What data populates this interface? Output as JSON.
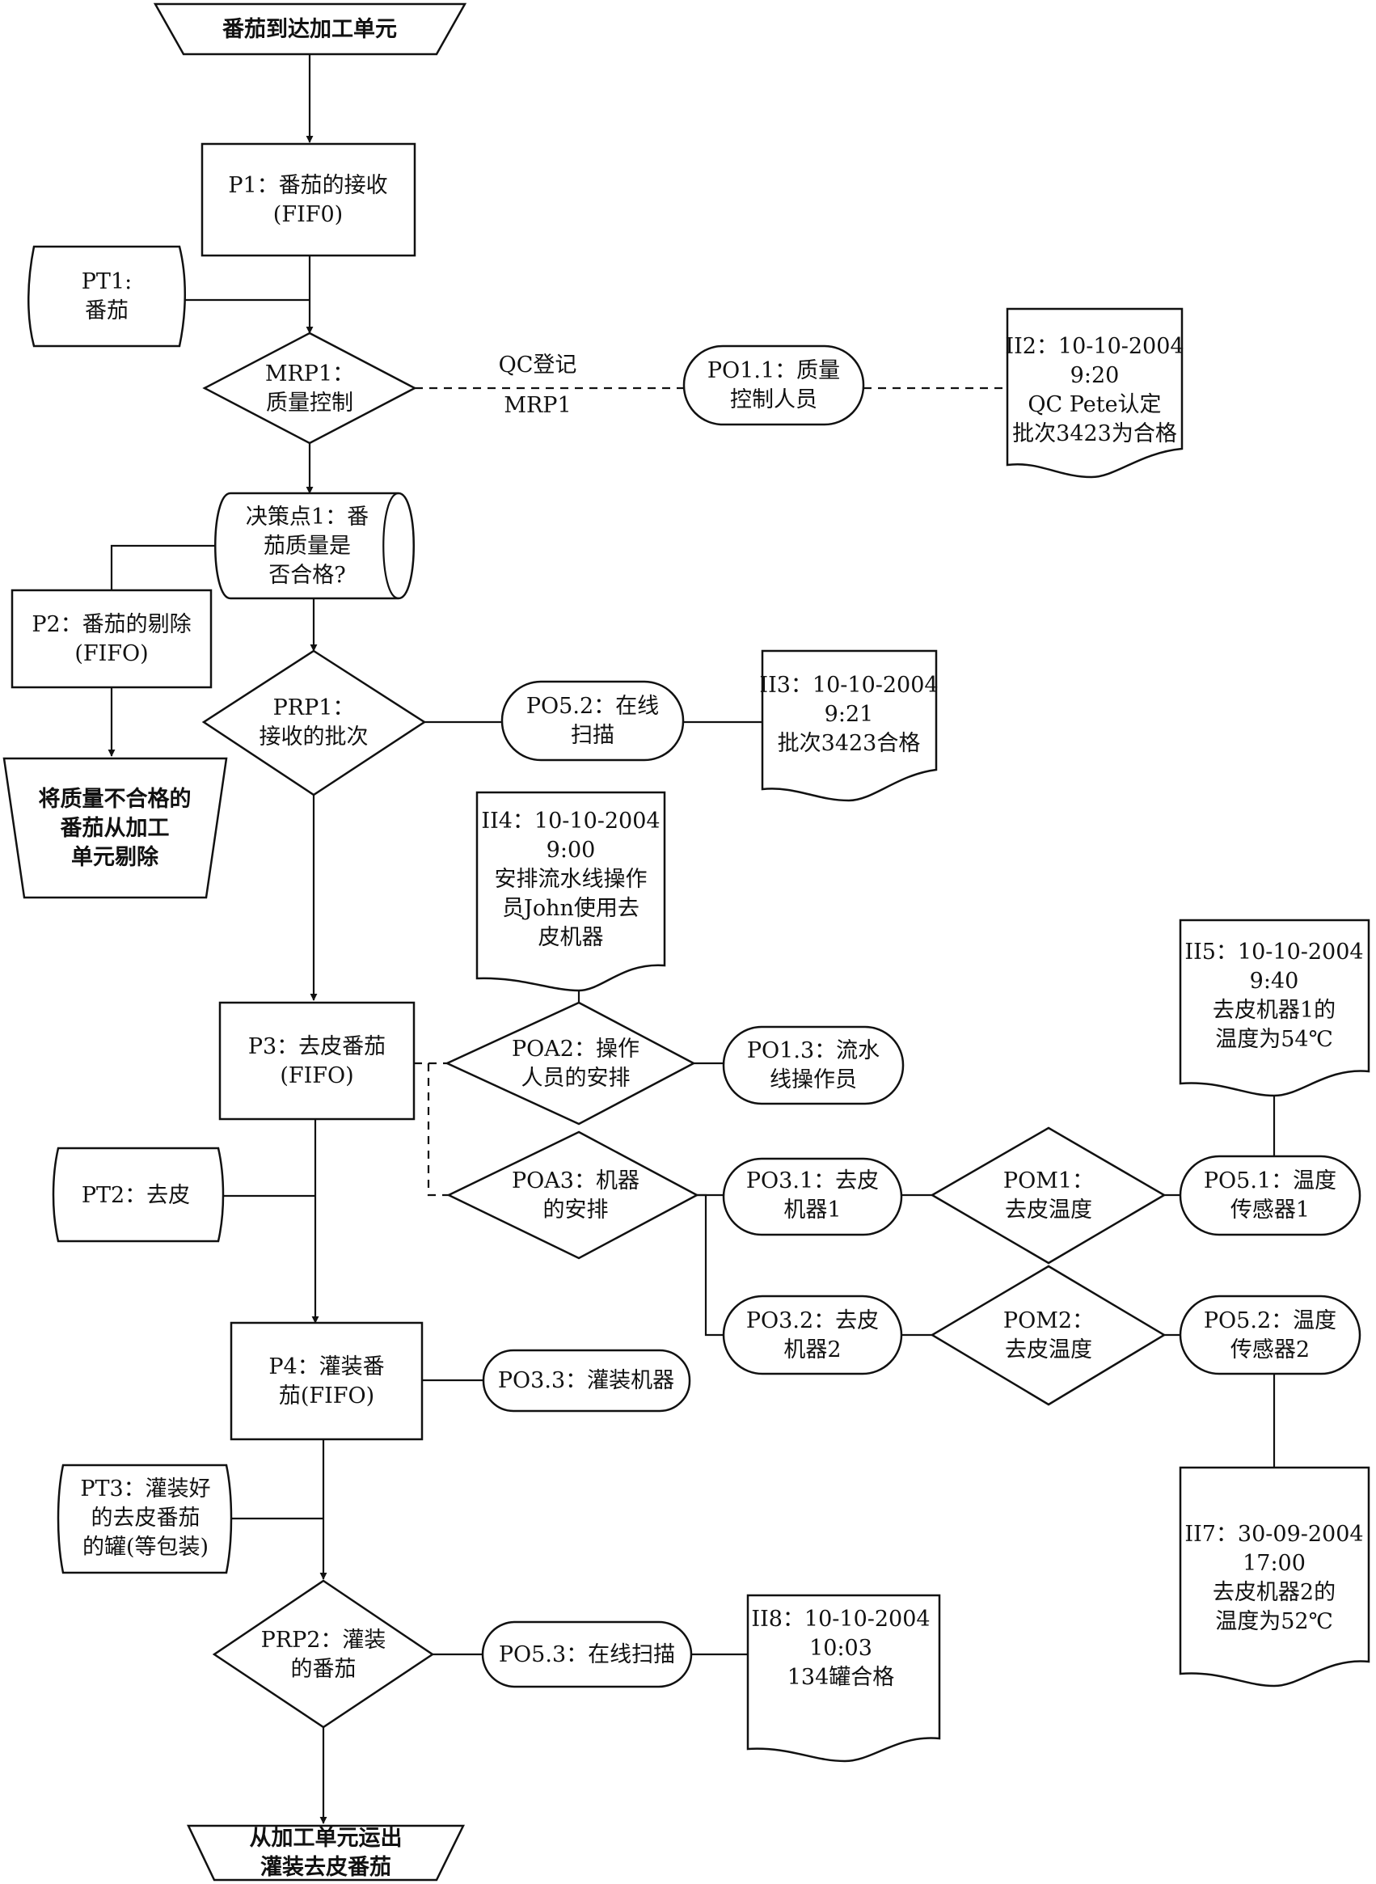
{
  "nodes": {
    "start": [
      "番茄到达加工单元"
    ],
    "p1": [
      "P1：番茄的接收",
      "(FIF0)"
    ],
    "pt1": [
      "PT1:",
      "番茄"
    ],
    "mrp1": [
      "MRP1：",
      "质量控制"
    ],
    "po11": [
      "PO1.1：质量",
      "控制人员"
    ],
    "ii2": [
      "II2：10-10-2004",
      "9:20",
      "QC Pete认定",
      "批次3423为合格"
    ],
    "dec1": [
      "决策点1：番",
      "茄质量是",
      "否合格?"
    ],
    "p2": [
      "P2：番茄的剔除",
      "(FIFO)"
    ],
    "reject": [
      "将质量不合格的",
      "番茄从加工",
      "单元剔除"
    ],
    "prp1": [
      "PRP1：",
      "接收的批次"
    ],
    "po52a": [
      "PO5.2：在线",
      "扫描"
    ],
    "ii3": [
      "II3：10-10-2004",
      "9:21",
      "批次3423合格"
    ],
    "ii4": [
      "II4：10-10-2004",
      "9:00",
      "安排流水线操作",
      "员John使用去",
      "皮机器"
    ],
    "p3": [
      "P3：去皮番茄",
      "(FIFO)"
    ],
    "poa2": [
      "POA2：操作",
      "人员的安排"
    ],
    "po13": [
      "PO1.3：流水",
      "线操作员"
    ],
    "ii5": [
      "II5：10-10-2004",
      "9:40",
      "去皮机器1的",
      "温度为54℃"
    ],
    "pt2": [
      "PT2：去皮"
    ],
    "poa3": [
      "POA3：机器",
      "的安排"
    ],
    "po31": [
      "PO3.1：去皮",
      "机器1"
    ],
    "pom1": [
      "POM1：",
      "去皮温度"
    ],
    "po51": [
      "PO5.1：温度",
      "传感器1"
    ],
    "po32": [
      "PO3.2：去皮",
      "机器2"
    ],
    "pom2": [
      "POM2：",
      "去皮温度"
    ],
    "po52b": [
      "PO5.2：温度",
      "传感器2"
    ],
    "p4": [
      "P4：灌装番",
      "茄(FIFO)"
    ],
    "po33": [
      "PO3.3：灌装机器"
    ],
    "ii7": [
      "II7：30-09-2004",
      "17:00",
      "去皮机器2的",
      "温度为52℃"
    ],
    "pt3": [
      "PT3：灌装好",
      "的去皮番茄",
      "的罐(等包装)"
    ],
    "prp2": [
      "PRP2：灌装",
      "的番茄"
    ],
    "po53": [
      "PO5.3：在线扫描"
    ],
    "ii8": [
      "II8：10-10-2004",
      "10:03",
      "134罐合格"
    ],
    "end": [
      "从加工单元运出",
      "灌装去皮番茄"
    ]
  },
  "edge_labels": {
    "qc_line1": "QC登记",
    "qc_line2": "MRP1"
  }
}
